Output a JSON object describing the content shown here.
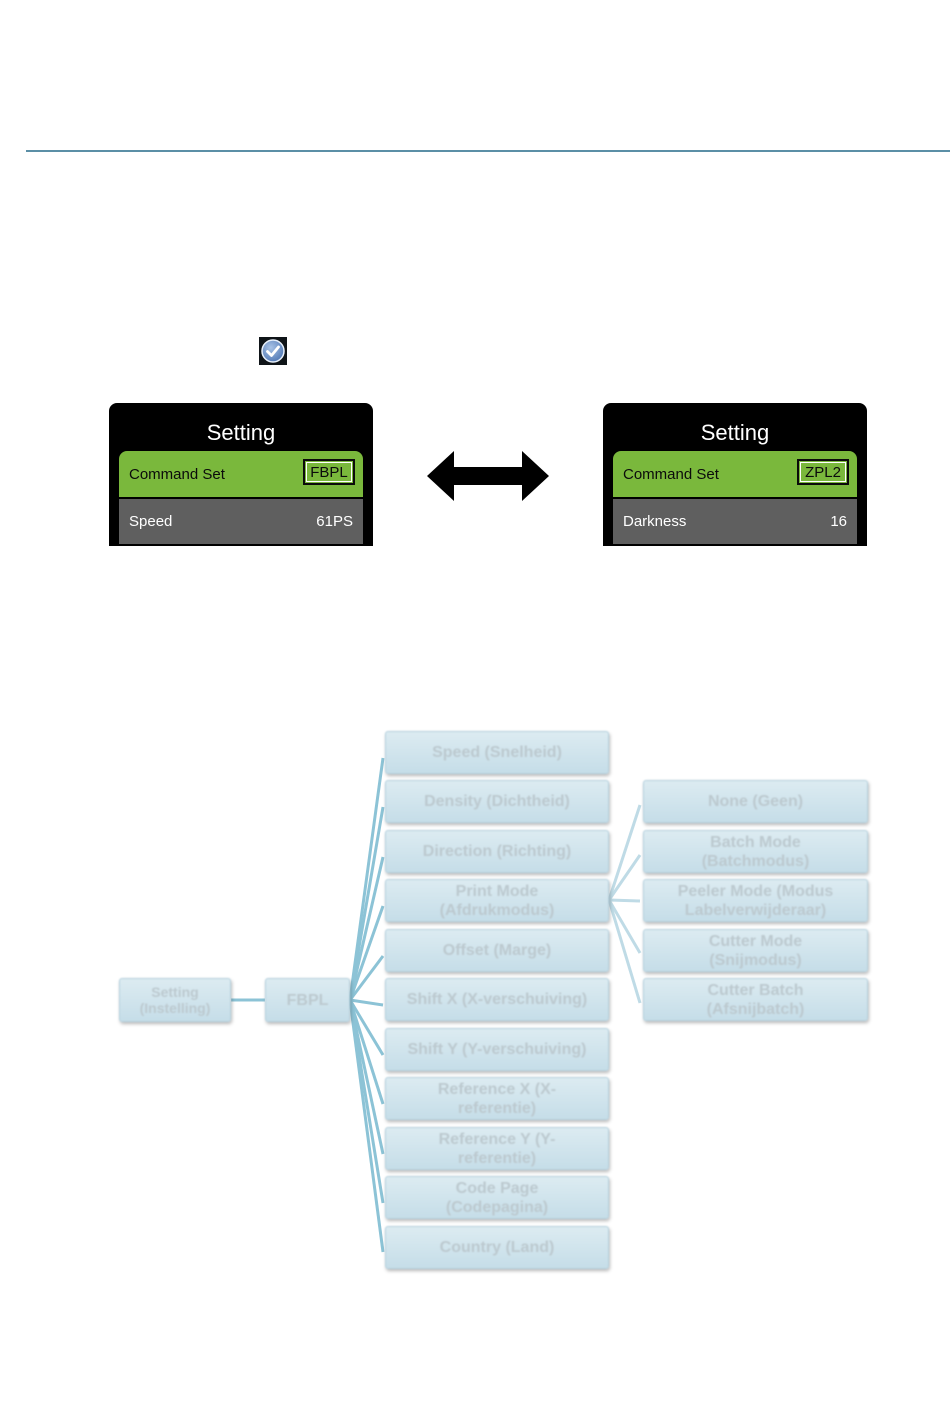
{
  "screens": [
    {
      "title": "Setting",
      "command_label": "Command Set",
      "command_value": "FBPL",
      "second_label": "Speed",
      "second_value": "61PS"
    },
    {
      "title": "Setting",
      "command_label": "Command Set",
      "command_value": "ZPL2",
      "second_label": "Darkness",
      "second_value": "16"
    }
  ],
  "colors": {
    "accent_rule": "#5b8fa6",
    "selected_row": "#7ab83c",
    "row_gray": "#5f5f5f",
    "node_fill": "#cfe3ec",
    "connector": "#8cc3d6"
  },
  "icons": {
    "confirm": "check-circle-icon",
    "toggle": "double-arrow-icon"
  },
  "menu_tree": {
    "root": "Setting (Instelling)",
    "fbpl": "FBPL",
    "items": [
      "Speed (Snelheid)",
      "Density (Dichtheid)",
      "Direction (Richting)",
      "Print Mode (Afdrukmodus)",
      "Offset (Marge)",
      "Shift X (X-verschuiving)",
      "Shift Y (Y-verschuiving)",
      "Reference X (X-referentie)",
      "Reference Y (Y-referentie)",
      "Code Page (Codepagina)",
      "Country (Land)"
    ],
    "print_modes": [
      "None (Geen)",
      "Batch Mode (Batchmodus)",
      "Peeler Mode (Modus Labelverwijderaar)",
      "Cutter Mode (Snijmodus)",
      "Cutter Batch (Afsnijbatch)"
    ]
  }
}
